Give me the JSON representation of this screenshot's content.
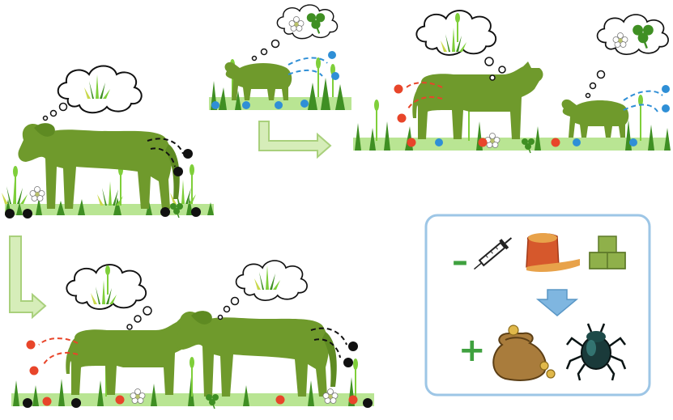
{
  "colors": {
    "animal": "#6f9a2c",
    "grass_dark": "#3f8f23",
    "grass_light": "#7fcf3a",
    "grass_yellow": "#c9d84a",
    "flower": "#b8c06a",
    "dung_black": "#111111",
    "dung_red": "#e8452a",
    "dung_blue": "#2f8fd6",
    "arrow_fill": "#d6edb9",
    "arrow_stroke": "#a9d07c",
    "box_border": "#9dc6e6",
    "minus_sign": "#3fa13f",
    "plus_sign": "#3fa13f"
  },
  "panels": {
    "horse_alone": {
      "animal": "horse",
      "thought": "grass",
      "dung": "black",
      "icon": "horse-icon"
    },
    "sheep_alone": {
      "animal": "sheep",
      "thought": "flower-and-clover",
      "dung": "blue",
      "icon": "sheep-icon"
    },
    "cattle_and_sheep": {
      "animals": [
        "cattle",
        "sheep"
      ],
      "thoughts": [
        "grass",
        "flower-and-clover"
      ],
      "dung": [
        "red",
        "blue"
      ]
    },
    "cattle_and_horse": {
      "animals": [
        "cattle",
        "horse"
      ],
      "thoughts": [
        "grass",
        "grass"
      ],
      "dung": [
        "red",
        "black"
      ]
    }
  },
  "legend_box": {
    "minus_symbol": "–",
    "plus_symbol": "+",
    "minus_icons": [
      "syringe-icon",
      "feed-sack-icon",
      "hay-bales-icon"
    ],
    "plus_icons": [
      "money-bag-icon",
      "dung-beetle-icon"
    ],
    "arrow_icon": "down-arrow-icon"
  }
}
